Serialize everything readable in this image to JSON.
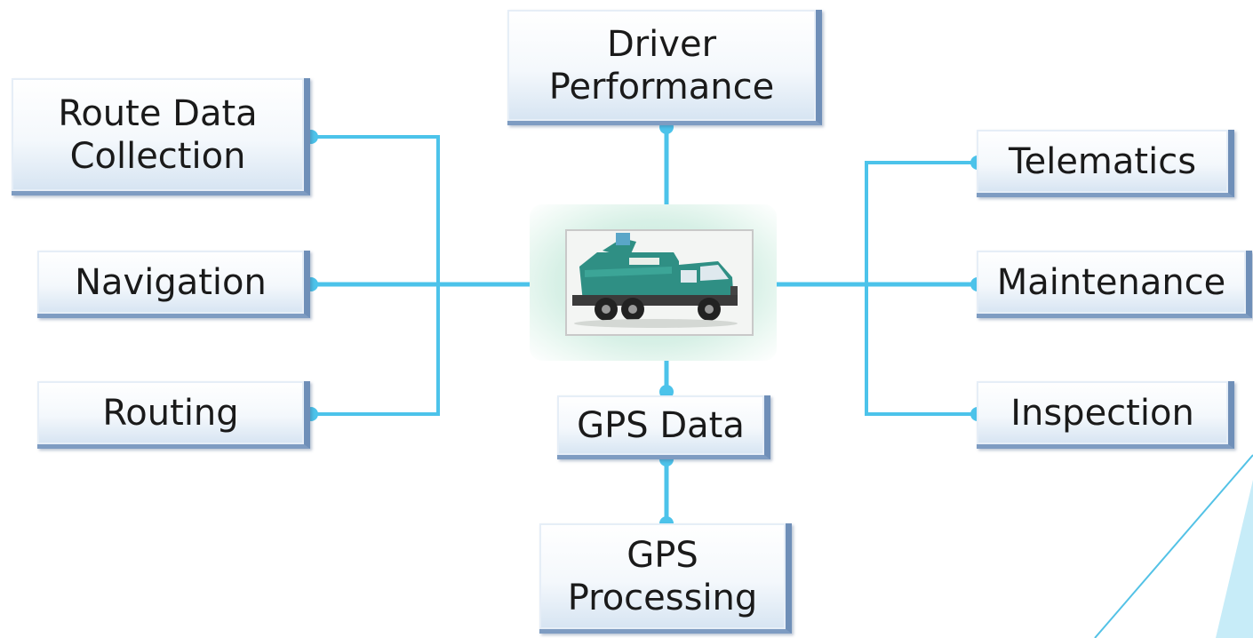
{
  "nodes": {
    "route_data_collection": "Route Data\nCollection",
    "navigation": "Navigation",
    "routing": "Routing",
    "driver_performance": "Driver\nPerformance",
    "gps_data": "GPS Data",
    "gps_processing": "GPS\nProcessing",
    "telematics": "Telematics",
    "maintenance": "Maintenance",
    "inspection": "Inspection"
  },
  "center_image": "garbage-truck-photo",
  "colors": {
    "connector": "#4cc3ea",
    "box_shadow": "#6f8fb8",
    "hub_glow": "#bfe6d6",
    "truck_body": "#2f8f84",
    "corner_triangle": "#c7ecf8"
  }
}
